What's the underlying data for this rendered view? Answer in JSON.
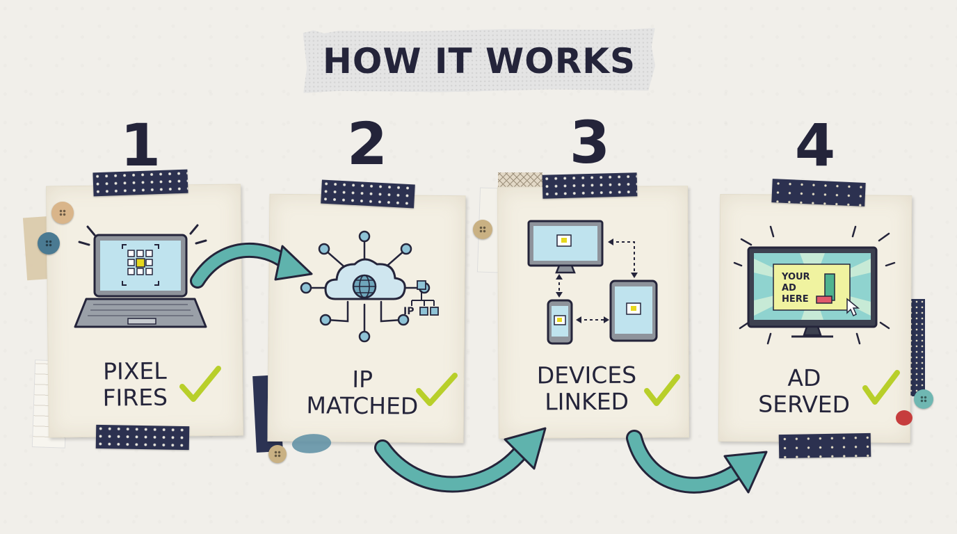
{
  "title": "HOW IT WORKS",
  "colors": {
    "ink": "#24243a",
    "teal_arrow": "#5fb3ad",
    "check": "#b8cf2a",
    "screen": "#bfe3ee",
    "tape": "#2c3150",
    "card": "#f3efe3"
  },
  "steps": [
    {
      "number": "1",
      "label_line1": "PIXEL",
      "label_line2": "FIRES",
      "icon": "laptop-pixel-icon"
    },
    {
      "number": "2",
      "label_line1": "IP",
      "label_line2": "MATCHED",
      "icon": "cloud-network-icon",
      "icon_text": "IP"
    },
    {
      "number": "3",
      "label_line1": "DEVICES",
      "label_line2": "LINKED",
      "icon": "linked-devices-icon"
    },
    {
      "number": "4",
      "label_line1": "AD",
      "label_line2": "SERVED",
      "icon": "tv-ad-icon",
      "ad_line1": "YOUR",
      "ad_line2": "AD",
      "ad_line3": "HERE"
    }
  ]
}
